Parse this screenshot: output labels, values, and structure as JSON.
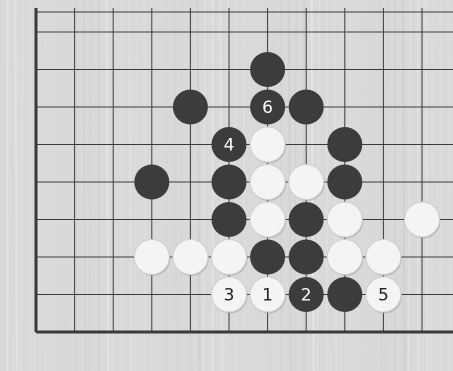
{
  "board": {
    "colors": {
      "wood": "#d9d9d9",
      "line": "#3a3a3a",
      "border": "#2a2a2a",
      "black_stone": "#3c3c3c",
      "white_stone": "#f4f4f4",
      "black_text": "#ffffff",
      "white_text": "#222222"
    },
    "edges_visible": [
      "left",
      "bottom"
    ],
    "columns_visible": 11,
    "rows_visible": 9,
    "star_point": {
      "col": 3,
      "row": 6
    }
  },
  "stones": [
    {
      "color": "black",
      "col": 6,
      "row": 1,
      "label": ""
    },
    {
      "color": "black",
      "col": 4,
      "row": 2,
      "label": ""
    },
    {
      "color": "black",
      "col": 6,
      "row": 2,
      "label": "6"
    },
    {
      "color": "black",
      "col": 7,
      "row": 2,
      "label": ""
    },
    {
      "color": "black",
      "col": 5,
      "row": 3,
      "label": "4"
    },
    {
      "color": "white",
      "col": 6,
      "row": 3,
      "label": ""
    },
    {
      "color": "black",
      "col": 8,
      "row": 3,
      "label": ""
    },
    {
      "color": "black",
      "col": 3,
      "row": 4,
      "label": ""
    },
    {
      "color": "black",
      "col": 5,
      "row": 4,
      "label": ""
    },
    {
      "color": "white",
      "col": 6,
      "row": 4,
      "label": ""
    },
    {
      "color": "white",
      "col": 7,
      "row": 4,
      "label": ""
    },
    {
      "color": "black",
      "col": 8,
      "row": 4,
      "label": ""
    },
    {
      "color": "black",
      "col": 5,
      "row": 5,
      "label": ""
    },
    {
      "color": "white",
      "col": 6,
      "row": 5,
      "label": ""
    },
    {
      "color": "black",
      "col": 7,
      "row": 5,
      "label": ""
    },
    {
      "color": "white",
      "col": 8,
      "row": 5,
      "label": ""
    },
    {
      "color": "white",
      "col": 10,
      "row": 5,
      "label": ""
    },
    {
      "color": "white",
      "col": 3,
      "row": 6,
      "label": ""
    },
    {
      "color": "white",
      "col": 4,
      "row": 6,
      "label": ""
    },
    {
      "color": "white",
      "col": 5,
      "row": 6,
      "label": ""
    },
    {
      "color": "black",
      "col": 6,
      "row": 6,
      "label": ""
    },
    {
      "color": "black",
      "col": 7,
      "row": 6,
      "label": ""
    },
    {
      "color": "white",
      "col": 8,
      "row": 6,
      "label": ""
    },
    {
      "color": "white",
      "col": 9,
      "row": 6,
      "label": ""
    },
    {
      "color": "white",
      "col": 5,
      "row": 7,
      "label": "3"
    },
    {
      "color": "white",
      "col": 6,
      "row": 7,
      "label": "1"
    },
    {
      "color": "black",
      "col": 7,
      "row": 7,
      "label": "2"
    },
    {
      "color": "black",
      "col": 8,
      "row": 7,
      "label": ""
    },
    {
      "color": "white",
      "col": 9,
      "row": 7,
      "label": "5"
    }
  ]
}
